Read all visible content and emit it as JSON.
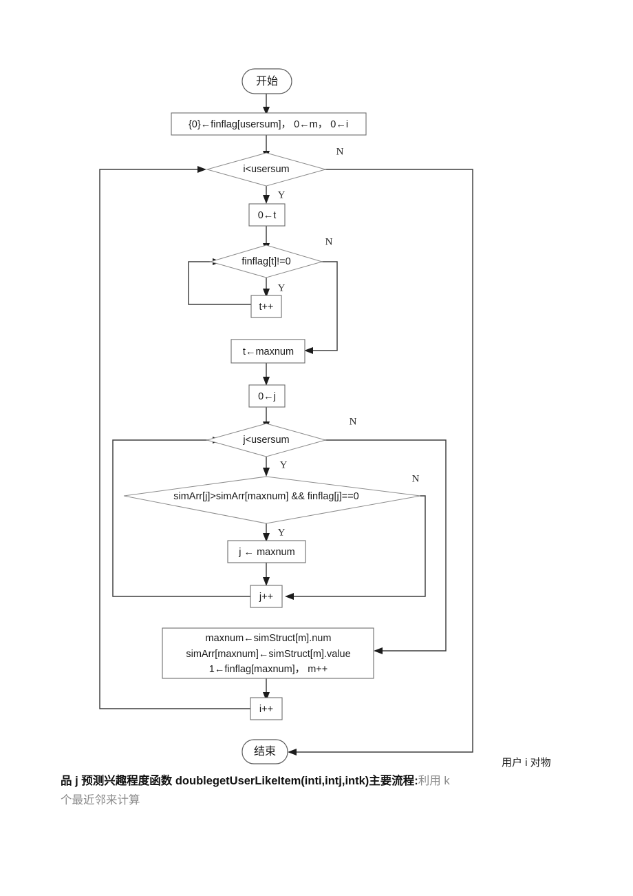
{
  "diagram": {
    "title": "getUserLikeItem flowchart",
    "nodes": {
      "start": {
        "label": "开始",
        "type": "terminator"
      },
      "init": {
        "label": "{0}←finflag[usersum]， 0←m， 0←i",
        "type": "process"
      },
      "cond_i": {
        "label": "i<usersum",
        "type": "decision"
      },
      "t_zero": {
        "label": "0←t",
        "type": "process"
      },
      "cond_finflag": {
        "label": "finflag[t]!=0",
        "type": "decision"
      },
      "t_inc": {
        "label": "t++",
        "type": "process"
      },
      "t_assign": {
        "label": "t←maxnum",
        "type": "process"
      },
      "j_zero": {
        "label": "0←j",
        "type": "process"
      },
      "cond_j": {
        "label": "j<usersum",
        "type": "decision"
      },
      "cond_sim": {
        "label": "simArr[j]>simArr[maxnum] && finflag[j]==0",
        "type": "decision"
      },
      "j_assign": {
        "label": "j ← maxnum",
        "type": "process"
      },
      "j_inc": {
        "label": "j++",
        "type": "process"
      },
      "update": {
        "type": "process",
        "line1": "maxnum←simStruct[m].num",
        "line2": "simArr[maxnum]←simStruct[m].value",
        "line3": "1←finflag[maxnum]， m++"
      },
      "i_inc": {
        "label": "i++",
        "type": "process"
      },
      "end": {
        "label": "结束",
        "type": "terminator"
      }
    },
    "branch_labels": {
      "cond_i_no": "N",
      "cond_i_yes": "Y",
      "cond_finflag_no": "N",
      "cond_finflag_yes": "Y",
      "cond_j_no": "N",
      "cond_j_yes": "Y",
      "cond_sim_no": "N",
      "cond_sim_yes": "Y"
    }
  },
  "caption": {
    "line1_part1": "品 j 预测兴趣程度函数 doublegetUserLikeItem(inti,intj,intk)主要流程:",
    "line1_part2": "利用 k",
    "line2": "个最近邻来计算"
  },
  "floating_note": {
    "text": "用户 i 对物"
  },
  "colors": {
    "node_stroke": "#6b6b6b",
    "edge_stroke": "#3d3d3d",
    "text": "#1a1a1a",
    "muted_text": "#8a8a8a",
    "background": "#ffffff"
  }
}
